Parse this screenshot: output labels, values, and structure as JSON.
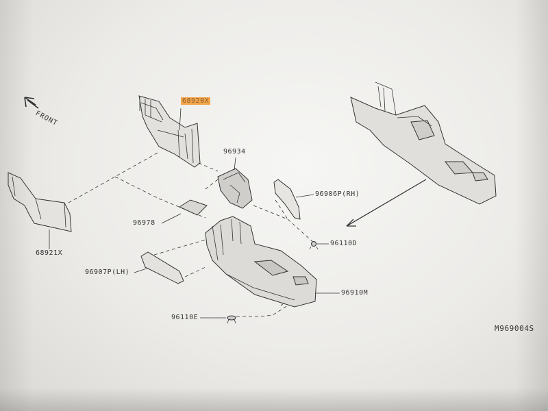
{
  "front_label": "FRONT",
  "diagram_code": "M969004S",
  "parts": {
    "p68920": "68920X",
    "p96934": "96934",
    "p96906": "96906P(RH)",
    "p96978": "96978",
    "p96110d": "96110D",
    "p68921": "68921X",
    "p96907": "96907P(LH)",
    "p96910": "96910M",
    "p96110e": "96110E"
  },
  "highlight_color": "#f4a64a"
}
